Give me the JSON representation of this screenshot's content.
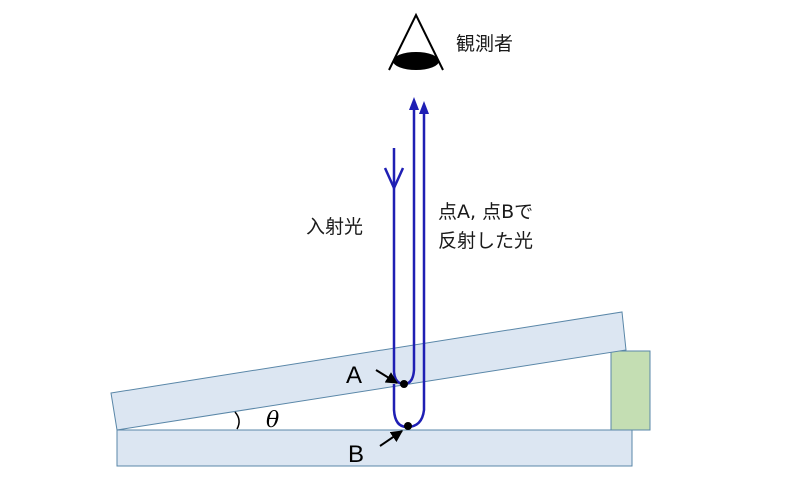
{
  "observer": {
    "label": "観測者"
  },
  "incident_light": {
    "label": "入射光"
  },
  "reflected_light": {
    "label_line1": "点A, 点Bで",
    "label_line2": "反射した光"
  },
  "points": {
    "a_label": "A",
    "b_label": "B"
  },
  "angle": {
    "symbol": "θ"
  },
  "colors": {
    "glass_fill": "#dce6f2",
    "glass_stroke": "#5a87a8",
    "spacer_fill": "#c4deb3",
    "spacer_stroke": "#5a87a8",
    "ray": "#1f1fb4",
    "text": "#1a1a1a"
  }
}
